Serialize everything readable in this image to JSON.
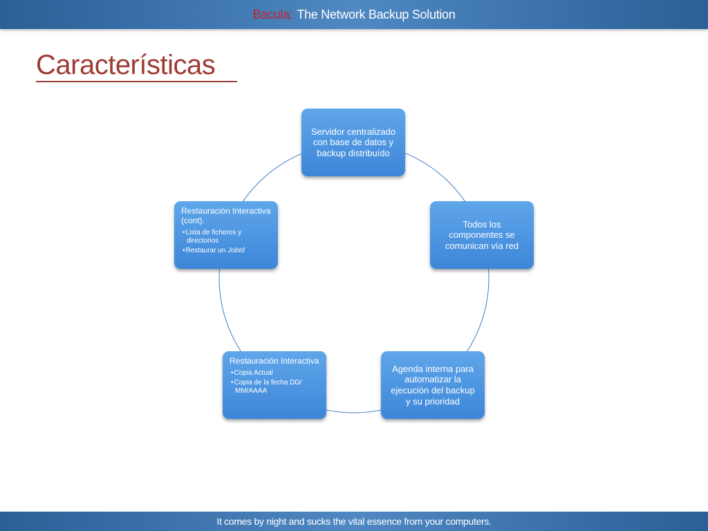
{
  "header": {
    "brand": "Bacula",
    "separator": ":",
    "subtitle": "The Network Backup Solution"
  },
  "title": "Características",
  "diagram": {
    "nodes": [
      {
        "id": "server",
        "text": "Servidor centralizado con base de datos y backup distribuído"
      },
      {
        "id": "network",
        "text": "Todos los componentes se comunican vía red"
      },
      {
        "id": "scheduler",
        "text": "Agenda interna para automatizar la ejecución del backup y su prioridad"
      },
      {
        "id": "restore",
        "heading": "Restauración Interactiva",
        "items": [
          "Copia Actual",
          "Copia de la fecha DD/ MM/AAAA"
        ]
      },
      {
        "id": "restore-cont",
        "heading": "Restauración Interactiva (cont).",
        "items": [
          "Lista de ficheros y directorios",
          "Restaurar un "
        ],
        "item_emphasis": "JobId"
      }
    ]
  },
  "footer": {
    "tagline": "It comes by night and sucks the vital essence from your computers."
  },
  "colors": {
    "bar": "#3b74b0",
    "node": "#4a93e0",
    "title": "#9c3a32",
    "brand": "#c0202a",
    "connector": "#3d7cc4"
  }
}
